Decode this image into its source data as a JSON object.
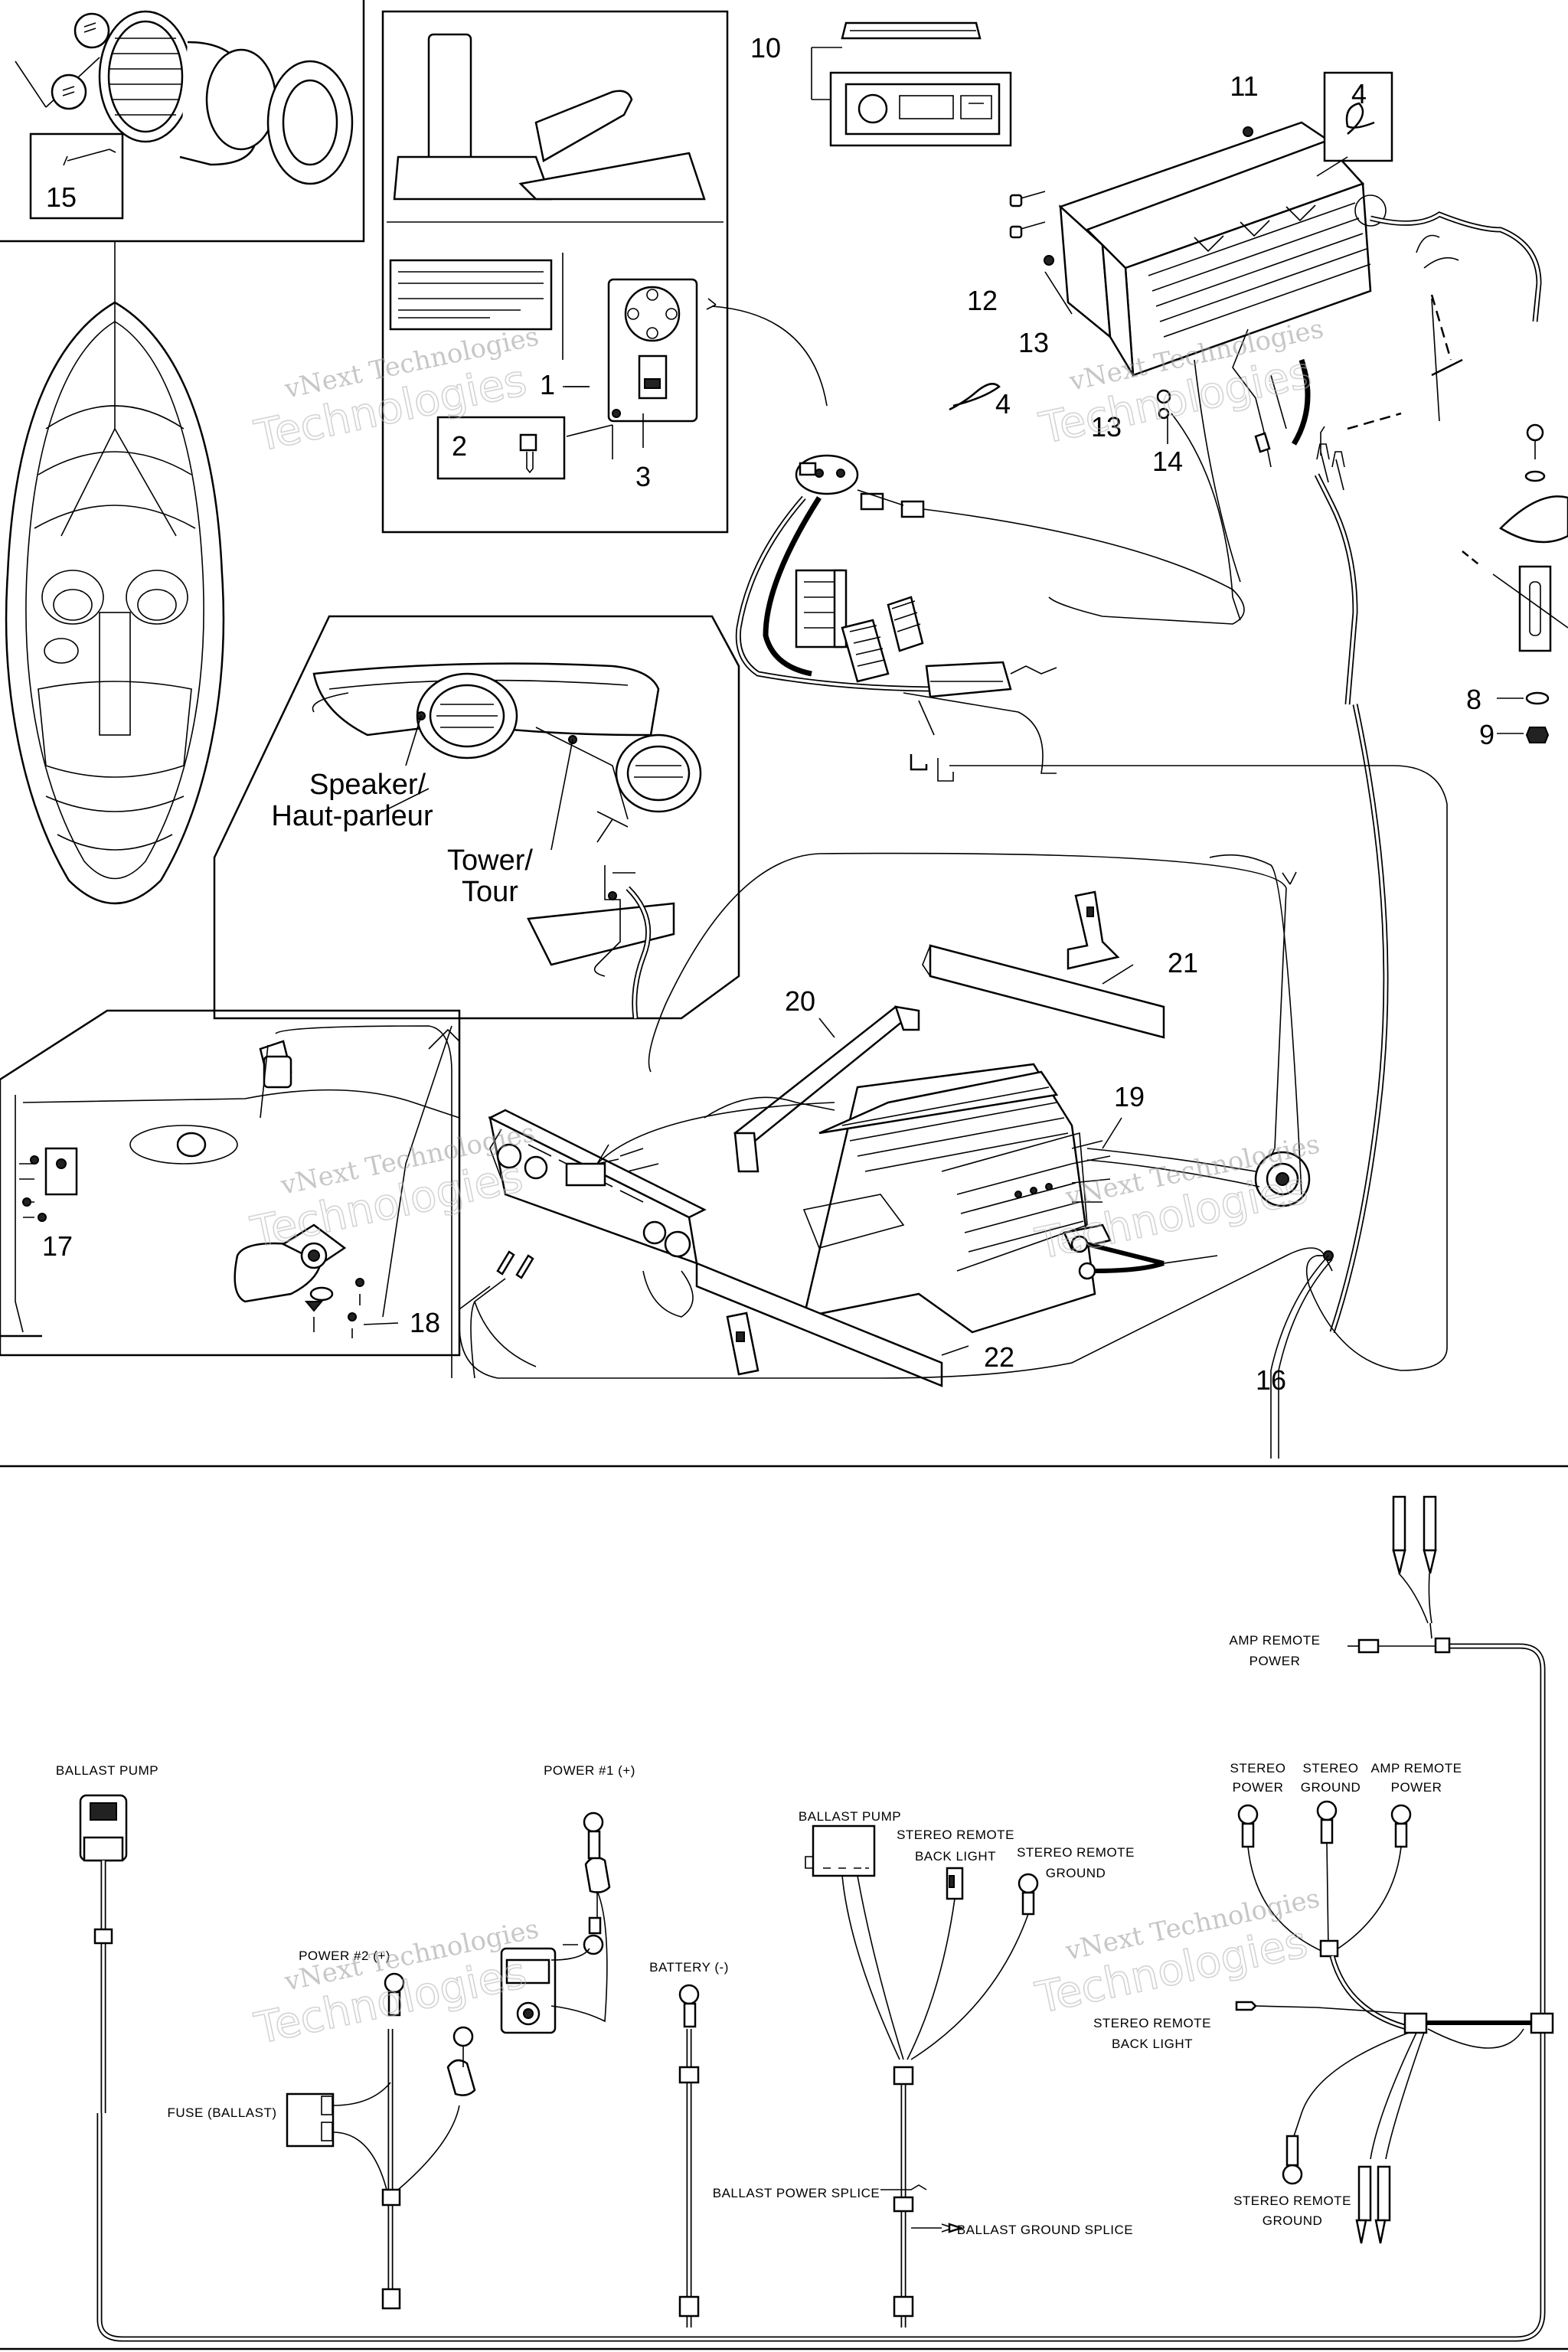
{
  "watermark": {
    "line1": "vNext Technologies",
    "line2": "Technologies"
  },
  "callouts": {
    "p1": "1",
    "p2": "2",
    "p3": "3",
    "p4a": "4",
    "p4b": "4",
    "p8": "8",
    "p9": "9",
    "p10": "10",
    "p11": "11",
    "p12": "12",
    "p13a": "13",
    "p13b": "13",
    "p14": "14",
    "p15": "15",
    "p16": "16",
    "p17": "17",
    "p18": "18",
    "p19": "19",
    "p20": "20",
    "p21": "21",
    "p22": "22"
  },
  "tower_labels": {
    "speaker_en": "Speaker/",
    "speaker_fr": "Haut-parleur",
    "tower_en": "Tower/",
    "tower_fr": "Tour"
  },
  "schematic_labels": {
    "ballast_pump": "BALLAST PUMP",
    "power1": "POWER #1 (+)",
    "power2": "POWER #2 (+)",
    "battery": "BATTERY (-)",
    "fuse_ballast": "FUSE (BALLAST)",
    "ballast_pump_2": "BALLAST PUMP",
    "stereo_remote_back_light_l1": "STEREO REMOTE",
    "stereo_remote_back_light_l2": "BACK LIGHT",
    "stereo_remote_ground_l1": "STEREO REMOTE",
    "stereo_remote_ground_l2": "GROUND",
    "ballast_power_splice": "BALLAST POWER SPLICE",
    "ballast_ground_splice": "BALLAST GROUND SPLICE",
    "amp_remote_power_top_l1": "AMP REMOTE",
    "amp_remote_power_top_l2": "POWER",
    "stereo_power_l1": "STEREO",
    "stereo_power_l2": "POWER",
    "stereo_ground_l1": "STEREO",
    "stereo_ground_l2": "GROUND",
    "amp_remote_power_l1": "AMP REMOTE",
    "amp_remote_power_l2": "POWER",
    "right_back_light_l1": "STEREO REMOTE",
    "right_back_light_l2": "BACK LIGHT",
    "right_ground_l1": "STEREO REMOTE",
    "right_ground_l2": "GROUND"
  }
}
